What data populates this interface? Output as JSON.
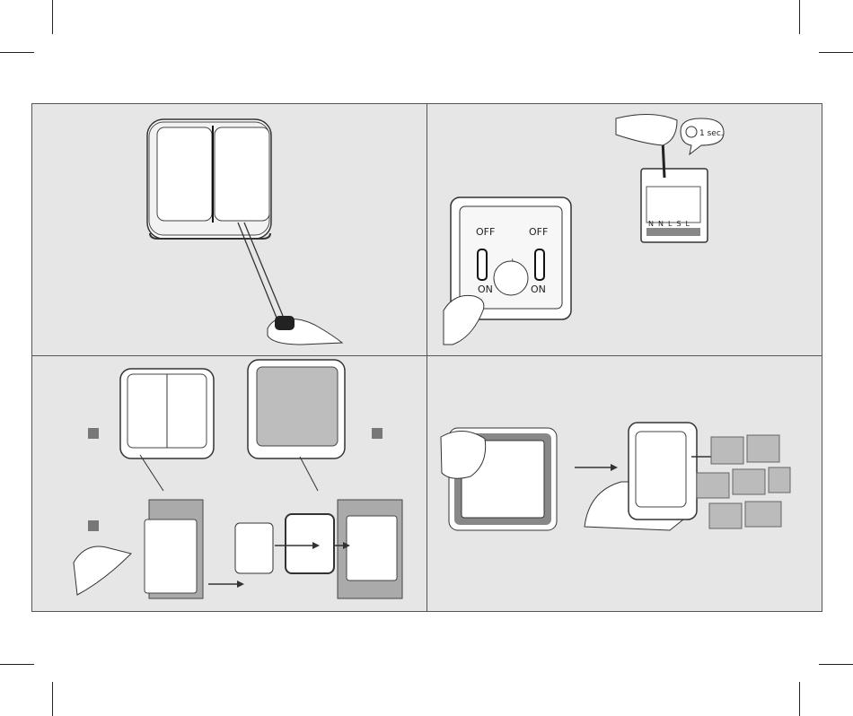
{
  "crop_marks": true,
  "colors": {
    "panel_bg": "#e6e6e6",
    "line": "#333333",
    "step_marker": "#777777",
    "switch_face": "#ffffff"
  },
  "panel1": {
    "icons": [
      "switch-double-rocker-icon",
      "screwdriver-icon",
      "hand-icon"
    ]
  },
  "panel2": {
    "label_off_left": "OFF",
    "label_off_right": "OFF",
    "label_on_left": "ON",
    "label_on_right": "ON",
    "plus": "+",
    "minus": "−",
    "timer": "1 sec.",
    "terminals": [
      "N",
      "N",
      "L",
      "S",
      "L"
    ]
  },
  "panel3": {
    "icons": [
      "step-marker-icon",
      "switch-front-icon",
      "switch-open-icon",
      "wall-mount-icon",
      "arrow-right-icon"
    ]
  },
  "panel4": {
    "icons": [
      "mounting-plate-icon",
      "hand-icon",
      "cover-plate-icon",
      "brick-wall-icon",
      "arrow-right-icon"
    ]
  }
}
